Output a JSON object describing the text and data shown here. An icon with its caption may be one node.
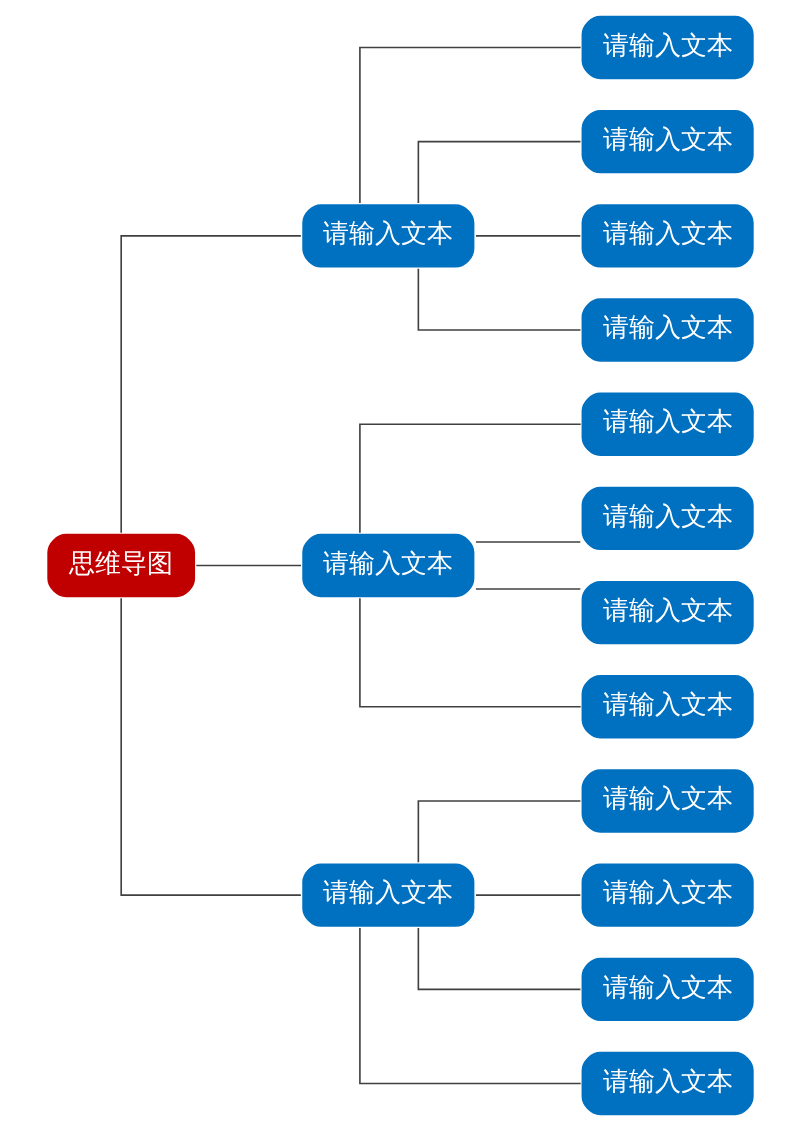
{
  "diagram": {
    "nodes": [
      {
        "text": [
          "思维导图"
        ]
      },
      {
        "text": [
          "请输入文本"
        ]
      },
      {
        "text": [
          "请输入文本"
        ]
      },
      {
        "text": [
          "请输入文本"
        ]
      },
      {
        "text": [
          "请输入文本"
        ]
      },
      {
        "text": [
          "请输入文本"
        ]
      },
      {
        "text": [
          "请输入文本"
        ]
      },
      {
        "text": [
          "请输入文本"
        ]
      },
      {
        "text": [
          "请输入文本"
        ]
      },
      {
        "text": [
          "请输入文本"
        ]
      },
      {
        "text": [
          "请输入文本"
        ]
      },
      {
        "text": [
          "请输入文本"
        ]
      },
      {
        "text": [
          "请输入文本"
        ]
      },
      {
        "text": [
          "请输入文本"
        ]
      },
      {
        "text": [
          "请输入文本"
        ]
      },
      {
        "text": [
          "请输入文本"
        ]
      }
    ],
    "edges": [
      {
        "from": 0,
        "to": 1,
        "arrow": "none"
      },
      {
        "from": 0,
        "to": 6,
        "arrow": "none"
      },
      {
        "from": 0,
        "to": 11,
        "arrow": "none"
      },
      {
        "from": 1,
        "to": 2,
        "arrow": "none"
      },
      {
        "from": 1,
        "to": 3,
        "arrow": "none"
      },
      {
        "from": 1,
        "to": 4,
        "arrow": "none"
      },
      {
        "from": 1,
        "to": 5,
        "arrow": "none"
      },
      {
        "from": 6,
        "to": 7,
        "arrow": "none"
      },
      {
        "from": 6,
        "to": 8,
        "arrow": "none"
      },
      {
        "from": 6,
        "to": 9,
        "arrow": "none"
      },
      {
        "from": 6,
        "to": 10,
        "arrow": "none"
      },
      {
        "from": 11,
        "to": 12,
        "arrow": "none"
      },
      {
        "from": 11,
        "to": 13,
        "arrow": "none"
      },
      {
        "from": 11,
        "to": 14,
        "arrow": "none"
      },
      {
        "from": 11,
        "to": 15,
        "arrow": "none"
      }
    ]
  }
}
